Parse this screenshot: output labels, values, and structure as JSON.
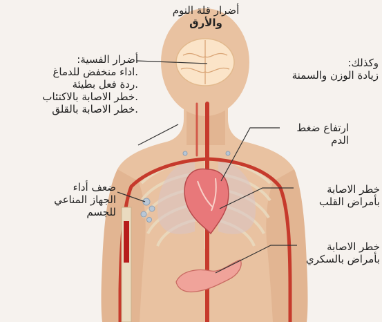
{
  "title": {
    "line1": "أضرار قلة النوم",
    "line2": "والأرق"
  },
  "left_effects": {
    "header": "أضرار الفسية:",
    "items": [
      ".اداء منخفض للدماغ",
      ".ردة فعل بطيئة",
      ".خطر الاصابة بالاكتئاب",
      ".خطر الاصابة بالقلق"
    ]
  },
  "weight": {
    "line1": "وكذلك:",
    "line2": "زيادة الوزن والسمنة"
  },
  "blood_pressure": {
    "line1": "ارتفاع ضغط",
    "line2": "الدم"
  },
  "immune": {
    "line1": "ضعف أداء",
    "line2": "الجهاز المناعي",
    "line3": "للجسم"
  },
  "heart": {
    "line1": "خطر الاصابة",
    "line2": "بأمراض القلب"
  },
  "diabetes": {
    "line1": "خطر الاصابة",
    "line2": "بأمراض بالسكري"
  },
  "colors": {
    "skin": "#e9c2a1",
    "skin_dark": "#d9a986",
    "vessel": "#c63a2c",
    "bone": "#eadbc0",
    "heart": "#e8787a",
    "pancreas": "#f0a39a",
    "lung": "#d8c4c6",
    "brain": "#fbe4c8",
    "background": "#f6f2ee"
  }
}
